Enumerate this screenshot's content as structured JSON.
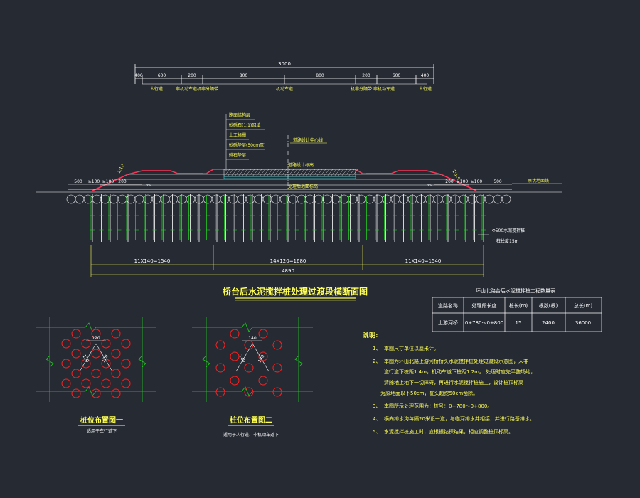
{
  "top_dims": {
    "total": "3000",
    "segments": [
      "400",
      "600",
      "200",
      "800",
      "800",
      "200",
      "600",
      "400"
    ],
    "labels": [
      "人行道",
      "非机动车道",
      "机非分隔带",
      "机动车道",
      "机动车道",
      "机非分隔带",
      "非机动车道",
      "人行道"
    ]
  },
  "layers": [
    "路面结构层",
    "砂砾石(1:1)回填",
    "土工格栅",
    "砂砾垫层(50cm厚)",
    "碎石垫层"
  ],
  "notes_tags": {
    "centerline": "道路设计中心线",
    "design_elev": "道路设计标高",
    "orig_ground": "原状地面线",
    "top_elev": "处理后地面标高"
  },
  "side_marks": {
    "left_slope": "1:1.5",
    "right_slope": "1:1.5",
    "left_dims": [
      "500",
      "≥100",
      "≥100",
      "200"
    ],
    "right_dims": [
      "200",
      "≥100",
      "≥100",
      "500"
    ],
    "left_mark": "3%",
    "right_mark": "3%",
    "pile_tag_1": "Φ500水泥搅拌桩",
    "pile_tag_2": "桩长度15m"
  },
  "bottom_dims": {
    "left": "11X140=1540",
    "middle": "14X120=1680",
    "right": "11X140=1540",
    "total": "4890"
  },
  "main_title": "桥台后水泥搅拌桩处理过渡段横断面图",
  "table": {
    "title": "环山北路台后水泥搅拌桩工程数量表",
    "headers": [
      "道路名称",
      "处理段长度",
      "桩长(m)",
      "根数(根)",
      "总长(m)"
    ],
    "row": [
      "上游河桥",
      "0+780～0+800",
      "15",
      "2400",
      "36000"
    ]
  },
  "pile_layouts": [
    {
      "title": "桩位布置图一",
      "subtitle": "适用于车行道下",
      "d1": "120",
      "d2": "120",
      "d3": "120"
    },
    {
      "title": "桩位布置图二",
      "subtitle": "适用于人行道、非机动车道下",
      "d1": "140",
      "d2": "140",
      "d3": "140"
    }
  ],
  "notes": {
    "heading": "说明:",
    "items": [
      {
        "num": "1、",
        "lines": [
          "本图尺寸单位以厘米计。"
        ]
      },
      {
        "num": "2、",
        "lines": [
          "本图为环山北路上游河桥桥头水泥搅拌桩处理过渡段示意图，人非",
          "道行道下桩距1.4m，机动车道下桩距1.2m。 处理时应先平整场地，",
          "清除地上地下一切障碍，再进行水泥搅拌桩施工，设计桩顶标高",
          "为原地面以下50cm，桩头超挖50cm凿除。"
        ]
      },
      {
        "num": "3、",
        "lines": [
          "本图所示处理范围为：桩号：0+780～0+800。"
        ]
      },
      {
        "num": "4、",
        "lines": [
          "横向排水沟每隔20米设一道，与临河排水井相接，并进行路基排水。"
        ]
      },
      {
        "num": "5、",
        "lines": [
          "水泥搅拌桩施工时，应根据钻探结果，相应调整桩顶标高。"
        ]
      }
    ]
  },
  "colors": {
    "bg": "#252a33",
    "white": "#ffffff",
    "yellow": "#ffff55",
    "green": "#22cc22",
    "red": "#ff2020",
    "pink": "#ff4466",
    "cyan": "#44dddd"
  }
}
